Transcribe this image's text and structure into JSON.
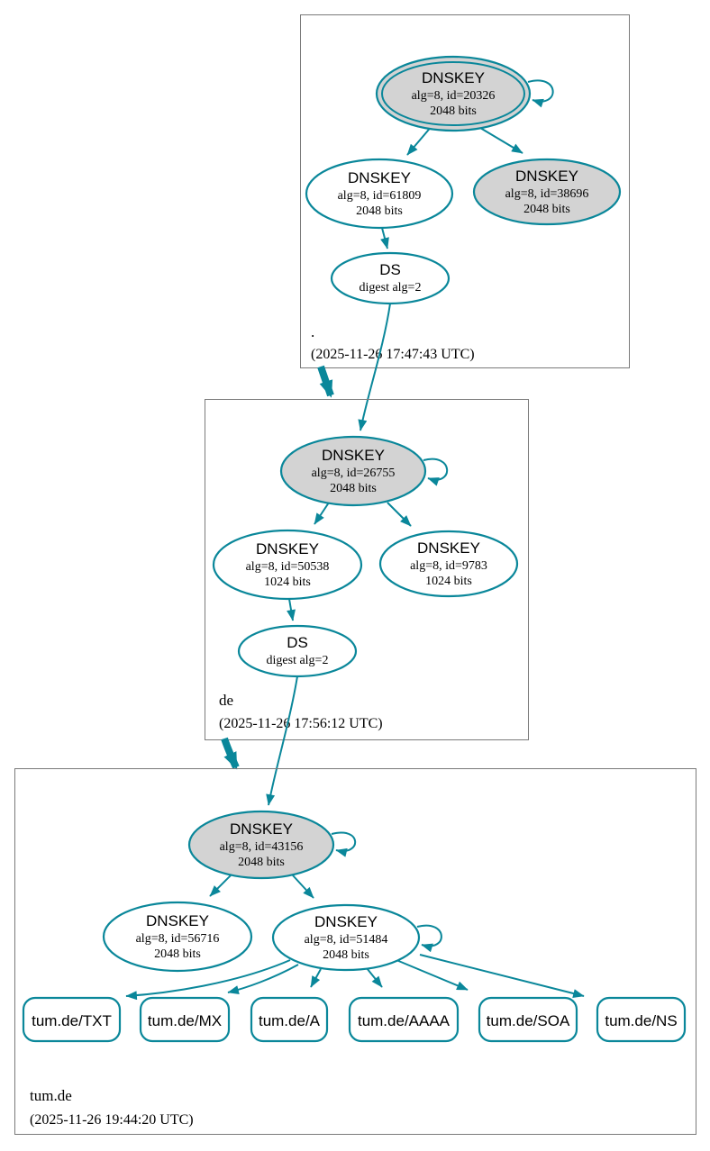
{
  "colors": {
    "secure": "#0a879a",
    "ksk_fill": "#d3d3d3",
    "node_fill": "#ffffff",
    "cluster_border": "#7a7a7a",
    "text": "#000000"
  },
  "zones": {
    "root": {
      "label": ".",
      "timestamp": "(2025-11-26 17:47:43 UTC)",
      "ksk": {
        "title": "DNSKEY",
        "detail1": "alg=8, id=20326",
        "detail2": "2048 bits"
      },
      "zsk": {
        "title": "DNSKEY",
        "detail1": "alg=8, id=61809",
        "detail2": "2048 bits"
      },
      "key2": {
        "title": "DNSKEY",
        "detail1": "alg=8, id=38696",
        "detail2": "2048 bits"
      },
      "ds": {
        "title": "DS",
        "detail1": "digest alg=2"
      }
    },
    "de": {
      "label": "de",
      "timestamp": "(2025-11-26 17:56:12 UTC)",
      "ksk": {
        "title": "DNSKEY",
        "detail1": "alg=8, id=26755",
        "detail2": "2048 bits"
      },
      "zsk": {
        "title": "DNSKEY",
        "detail1": "alg=8, id=50538",
        "detail2": "1024 bits"
      },
      "key2": {
        "title": "DNSKEY",
        "detail1": "alg=8, id=9783",
        "detail2": "1024 bits"
      },
      "ds": {
        "title": "DS",
        "detail1": "digest alg=2"
      }
    },
    "tumde": {
      "label": "tum.de",
      "timestamp": "(2025-11-26 19:44:20 UTC)",
      "ksk": {
        "title": "DNSKEY",
        "detail1": "alg=8, id=43156",
        "detail2": "2048 bits"
      },
      "key2": {
        "title": "DNSKEY",
        "detail1": "alg=8, id=56716",
        "detail2": "2048 bits"
      },
      "zsk": {
        "title": "DNSKEY",
        "detail1": "alg=8, id=51484",
        "detail2": "2048 bits"
      },
      "rrsets": [
        "tum.de/TXT",
        "tum.de/MX",
        "tum.de/A",
        "tum.de/AAAA",
        "tum.de/SOA",
        "tum.de/NS"
      ]
    }
  }
}
